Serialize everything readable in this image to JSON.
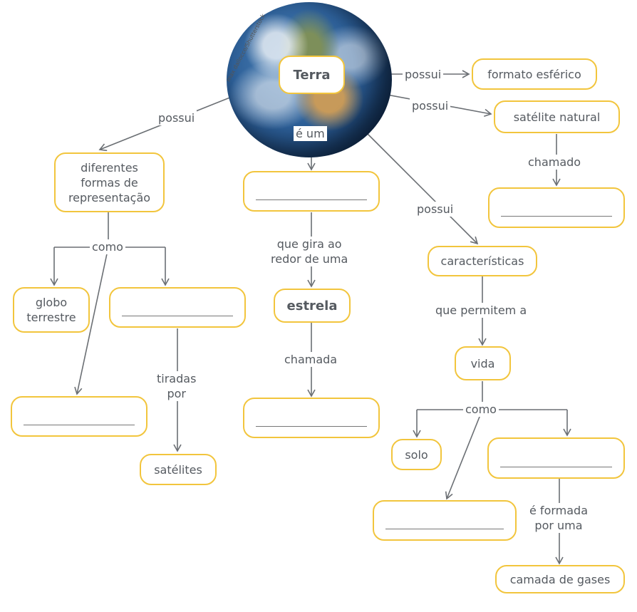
{
  "credit": "max dallocco/Shutterstock",
  "nodes": {
    "terra": "Terra",
    "formato": "formato esférico",
    "satelite": "satélite natural",
    "diferentes": "diferentes\nformas de\nrepresentação",
    "globo": "globo\nterrestre",
    "estrela": "estrela",
    "satelites": "satélites",
    "caracteristicas": "características",
    "vida": "vida",
    "solo": "solo",
    "camada": "camada de gases"
  },
  "labels": {
    "possui_formato": "possui",
    "possui_satelite": "possui",
    "possui_left": "possui",
    "possui_right": "possui",
    "e_um": "é um",
    "chamado": "chamado",
    "como_left": "como",
    "que_gira": "que gira ao\nredor de uma",
    "tiradas_por": "tiradas\npor",
    "chamada": "chamada",
    "que_permitem": "que permitem a",
    "como_right": "como",
    "e_formada": "é formada\npor uma"
  }
}
